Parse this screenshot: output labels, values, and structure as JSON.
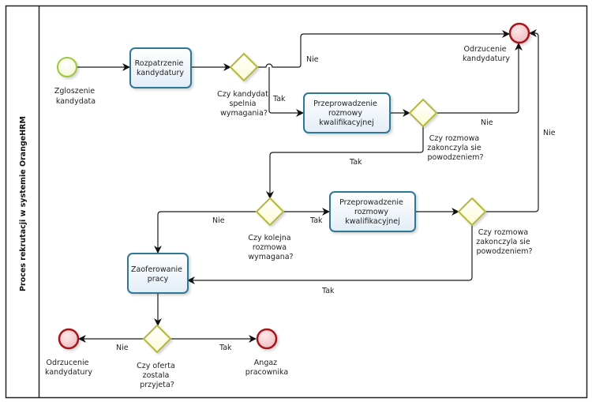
{
  "pool": {
    "title": "Proces rekrutacji w systemie OrangeHRM"
  },
  "events": {
    "start": {
      "type": "start",
      "label": [
        "Zgloszenie",
        "kandydata"
      ]
    },
    "end_reject_top": {
      "type": "end",
      "label": [
        "Odrzucenie",
        "kandydatury"
      ]
    },
    "end_reject_bottom": {
      "type": "end",
      "label": [
        "Odrzucenie",
        "kandydatury"
      ]
    },
    "end_hire": {
      "type": "end",
      "label": [
        "Angaz",
        "pracownika"
      ]
    }
  },
  "tasks": {
    "review": {
      "label": [
        "Rozpatrzenie",
        "kandydatury"
      ]
    },
    "interview1": {
      "label": [
        "Przeprowadzenie",
        "rozmowy",
        "kwalifikacyjnej"
      ]
    },
    "interview2": {
      "label": [
        "Przeprowadzenie",
        "rozmowy",
        "kwalifikacyjnej"
      ]
    },
    "offer": {
      "label": [
        "Zaoferowanie",
        "pracy"
      ]
    }
  },
  "gateways": {
    "meets_requirements": {
      "label": [
        "Czy kandydat",
        "spelnia",
        "wymagania?"
      ]
    },
    "interview1_success": {
      "label": [
        "Czy rozmowa",
        "zakonczyla sie",
        "powodzeniem?"
      ]
    },
    "next_interview": {
      "label": [
        "Czy  kolejna",
        "rozmowa",
        "wymagana?"
      ]
    },
    "interview2_success": {
      "label": [
        "Czy rozmowa",
        "zakonczyla sie",
        "powodzeniem?"
      ]
    },
    "offer_accepted": {
      "label": [
        "Czy oferta",
        "zostala",
        "przyjeta?"
      ]
    }
  },
  "flow_labels": {
    "g1_no": "Nie",
    "g1_yes": "Tak",
    "g2_no": "Nie",
    "g2_yes": "Tak",
    "g3_no": "Nie",
    "g3_yes": "Tak",
    "g4_no": "Nie",
    "g4_yes": "Tak",
    "g5_no": "Nie",
    "g5_yes": "Tak"
  }
}
